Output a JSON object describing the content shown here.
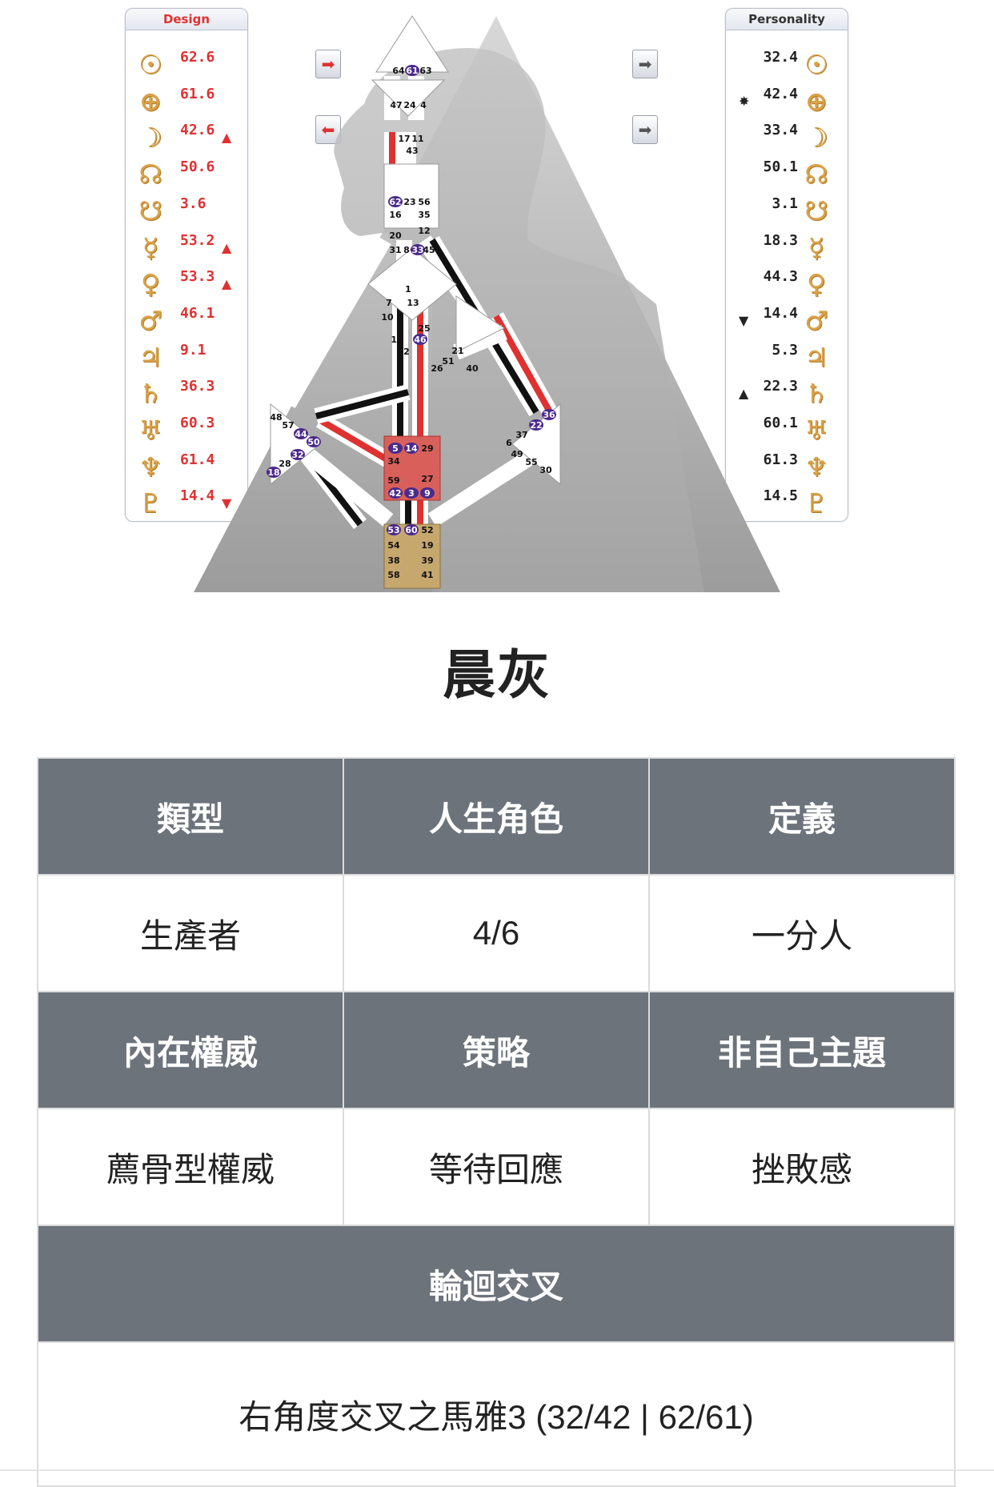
{
  "chart": {
    "design_label": "Design",
    "personality_label": "Personality",
    "design": [
      {
        "icon": "sun-icon",
        "glyph": "☉",
        "value": "62.6",
        "mark": ""
      },
      {
        "icon": "earth-icon",
        "glyph": "⊕",
        "value": "61.6",
        "mark": ""
      },
      {
        "icon": "moon-icon",
        "glyph": "☽",
        "value": "42.6",
        "mark": "▲"
      },
      {
        "icon": "north-node-icon",
        "glyph": "☊",
        "value": "50.6",
        "mark": ""
      },
      {
        "icon": "south-node-icon",
        "glyph": "☋",
        "value": "3.6",
        "mark": ""
      },
      {
        "icon": "mercury-icon",
        "glyph": "☿",
        "value": "53.2",
        "mark": "▲"
      },
      {
        "icon": "venus-icon",
        "glyph": "♀",
        "value": "53.3",
        "mark": "▲"
      },
      {
        "icon": "mars-icon",
        "glyph": "♂",
        "value": "46.1",
        "mark": ""
      },
      {
        "icon": "jupiter-icon",
        "glyph": "♃",
        "value": "9.1",
        "mark": ""
      },
      {
        "icon": "saturn-icon",
        "glyph": "♄",
        "value": "36.3",
        "mark": ""
      },
      {
        "icon": "uranus-icon",
        "glyph": "♅",
        "value": "60.3",
        "mark": ""
      },
      {
        "icon": "neptune-icon",
        "glyph": "♆",
        "value": "61.4",
        "mark": ""
      },
      {
        "icon": "pluto-icon",
        "glyph": "♇",
        "value": "14.4",
        "mark": "▼"
      }
    ],
    "personality": [
      {
        "icon": "sun-icon",
        "glyph": "☉",
        "value": "32.4",
        "mark": ""
      },
      {
        "icon": "earth-icon",
        "glyph": "⊕",
        "value": "42.4",
        "mark": "✸"
      },
      {
        "icon": "moon-icon",
        "glyph": "☽",
        "value": "33.4",
        "mark": ""
      },
      {
        "icon": "north-node-icon",
        "glyph": "☊",
        "value": "50.1",
        "mark": ""
      },
      {
        "icon": "south-node-icon",
        "glyph": "☋",
        "value": "3.1",
        "mark": ""
      },
      {
        "icon": "mercury-icon",
        "glyph": "☿",
        "value": "18.3",
        "mark": ""
      },
      {
        "icon": "venus-icon",
        "glyph": "♀",
        "value": "44.3",
        "mark": ""
      },
      {
        "icon": "mars-icon",
        "glyph": "♂",
        "value": "14.4",
        "mark": "▼"
      },
      {
        "icon": "jupiter-icon",
        "glyph": "♃",
        "value": "5.3",
        "mark": ""
      },
      {
        "icon": "saturn-icon",
        "glyph": "♄",
        "value": "22.3",
        "mark": "▲"
      },
      {
        "icon": "uranus-icon",
        "glyph": "♅",
        "value": "60.1",
        "mark": ""
      },
      {
        "icon": "neptune-icon",
        "glyph": "♆",
        "value": "61.3",
        "mark": ""
      },
      {
        "icon": "pluto-icon",
        "glyph": "♇",
        "value": "14.5",
        "mark": ""
      }
    ],
    "gates": {
      "head": [
        "64",
        "61",
        "63"
      ],
      "ajna": [
        "47",
        "24",
        "4",
        "17",
        "11",
        "43"
      ],
      "throat": [
        "62",
        "23",
        "56",
        "16",
        "35",
        "20",
        "12",
        "31",
        "8",
        "33",
        "45"
      ],
      "g_center": [
        "1",
        "7",
        "13",
        "10",
        "25",
        "15",
        "46",
        "2"
      ],
      "heart": [
        "21",
        "51",
        "26",
        "40"
      ],
      "spleen": [
        "48",
        "57",
        "44",
        "50",
        "32",
        "28",
        "18"
      ],
      "solar_plexus": [
        "36",
        "22",
        "37",
        "6",
        "49",
        "55",
        "30"
      ],
      "sacral": [
        "5",
        "14",
        "29",
        "34",
        "27",
        "59",
        "42",
        "3",
        "9"
      ],
      "root": [
        "53",
        "60",
        "52",
        "54",
        "19",
        "38",
        "39",
        "58",
        "41"
      ]
    },
    "colors": {
      "defined_red": "#e05a4a",
      "sacral_fill": "#d9605a",
      "root_fill": "#c6a76e",
      "channel_red": "#e03131",
      "channel_black": "#111111",
      "silhouette": "#b9b9b9",
      "triangle": "#a9a9a9",
      "gate_badge": "#4a2a8c"
    }
  },
  "person": {
    "name": "晨灰"
  },
  "table": {
    "type_header": "類型",
    "profile_header": "人生角色",
    "definition_header": "定義",
    "type_value": "生產者",
    "profile_value": "4/6",
    "definition_value": "一分人",
    "authority_header": "內在權威",
    "strategy_header": "策略",
    "not_self_header": "非自己主題",
    "authority_value": "薦骨型權威",
    "strategy_value": "等待回應",
    "not_self_value": "挫敗感",
    "cross_header": "輪迴交叉",
    "cross_value": "右角度交叉之馬雅3 (32/42 | 62/61)"
  }
}
